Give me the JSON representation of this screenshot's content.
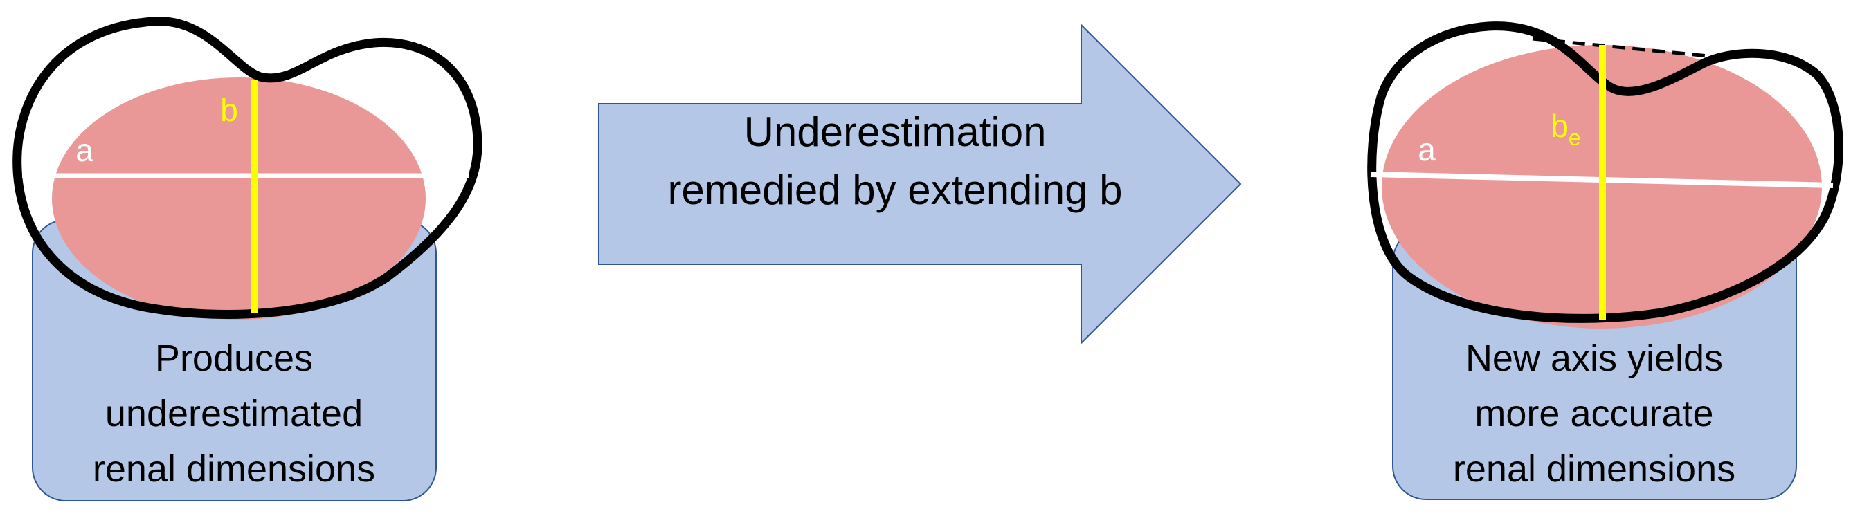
{
  "left_panel": {
    "label_a": "a",
    "label_b": "b",
    "caption": [
      "Produces",
      "underestimated",
      "renal dimensions"
    ]
  },
  "arrow": {
    "text": [
      "Underestimation",
      "remedied by extending b"
    ]
  },
  "right_panel": {
    "label_a": "a",
    "label_b": "b",
    "label_b_subscript": "e",
    "caption": [
      "New axis yields",
      "more accurate",
      "renal dimensions"
    ]
  },
  "colors": {
    "box_fill": "#b4c7e7",
    "box_stroke": "#2f5597",
    "ellipse_fill": "#e99797",
    "outline": "#000000",
    "axis_a": "#ffffff",
    "axis_b": "#ffff00"
  }
}
